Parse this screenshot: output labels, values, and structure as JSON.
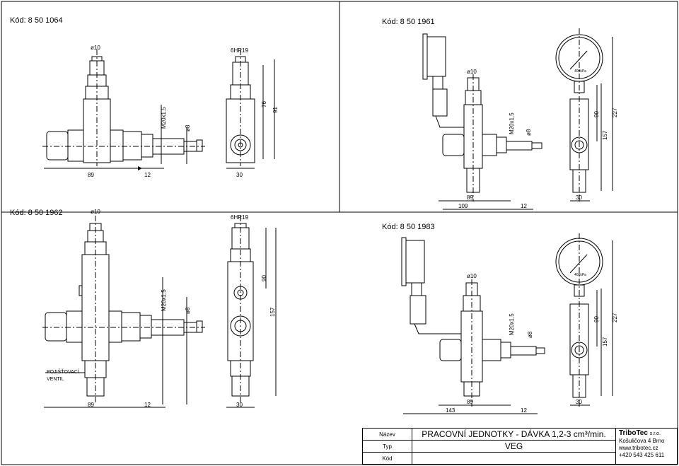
{
  "codes": {
    "tl": "Kód: 8 50 1064",
    "tr": "Kód: 8 50 1961",
    "bl": "Kód: 8 50 1962",
    "br": "Kód: 8 50 1983"
  },
  "dims": {
    "phi10": "ø10",
    "phi8": "ø8",
    "hex": "6HR19",
    "thread": "M20x1.5",
    "d89": "89",
    "d12": "12",
    "d30": "30",
    "d76": "76",
    "d91": "91",
    "d90": "90",
    "d157": "157",
    "d227": "227",
    "d109": "109",
    "d143": "143"
  },
  "labels": {
    "valve_line1": "POJIŠŤOVACÍ",
    "valve_line2": "VENTIL",
    "gauge": "400kPa"
  },
  "titleblock": {
    "nazev_label": "Název",
    "typ_label": "Typ",
    "kod_label": "Kód",
    "nazev_value": "PRACOVNÍ JEDNOTKY - DÁVKA 1,2-3 cm³/min.",
    "typ_value": "VEG",
    "kod_value": "",
    "logo": "TriboTec",
    "logo_suffix": "s.r.o.",
    "address": "Košuličova 4 Brno",
    "web": "www.tribotec.cz",
    "phone": "+420 543 425 611"
  }
}
